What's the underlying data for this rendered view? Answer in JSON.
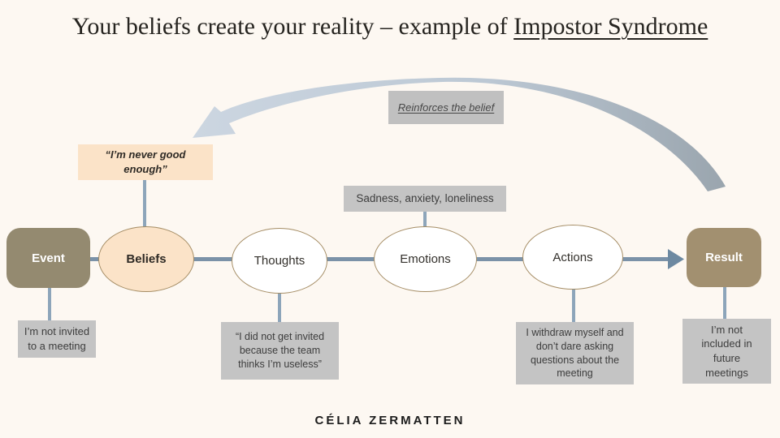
{
  "title": {
    "text": "Your beliefs create your reality – example of ",
    "highlight": "Impostor Syndrome"
  },
  "flow": {
    "event": {
      "label": "Event",
      "note": "I’m not invited to a meeting"
    },
    "beliefs": {
      "label": "Beliefs",
      "note": "“I’m never good enough”"
    },
    "thoughts": {
      "label": "Thoughts",
      "note": "“I did not get invited because the team thinks I’m useless”"
    },
    "emotions": {
      "label": "Emotions",
      "note": "Sadness, anxiety, loneliness"
    },
    "actions": {
      "label": "Actions",
      "note": "I withdraw myself and don’t dare asking questions about the meeting"
    },
    "result": {
      "label": "Result",
      "note": "I’m not included in future meetings"
    },
    "feedback": {
      "label": "Reinforces the belief"
    }
  },
  "footer": {
    "brand": "CÉLIA ZERMATTEN"
  },
  "colors": {
    "background": "#fdf8f2",
    "brown_node": "#948a70",
    "result_node": "#a29070",
    "peach": "#fbe3c8",
    "ellipse_border": "#a58d65",
    "gray_note": "#c4c4c4",
    "chain_line": "#7b92a8",
    "arrowhead": "#6d89a1",
    "vertical_connector": "#8da5ba",
    "swoosh_light": "#ccd6e1",
    "swoosh_dark": "#9aa5ae"
  }
}
